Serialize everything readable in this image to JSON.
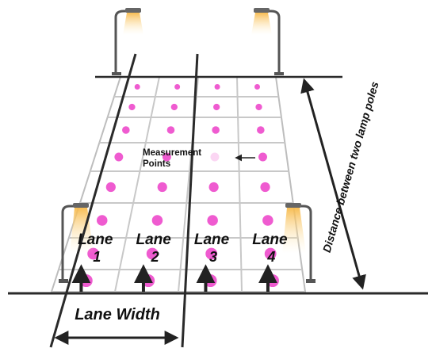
{
  "diagram": {
    "lanes": [
      {
        "word": "Lane",
        "number": "1"
      },
      {
        "word": "Lane",
        "number": "2"
      },
      {
        "word": "Lane",
        "number": "3"
      },
      {
        "word": "Lane",
        "number": "4"
      }
    ],
    "measurement_label_line1": "Measurement",
    "measurement_label_line2": "Points",
    "lane_width_label": "Lane Width",
    "distance_label": "Distance between two lamp poles",
    "colors": {
      "measurement_point": "#ef5bd0",
      "grid_line": "#c8c8c8",
      "lamp_glow": "#f7c15a",
      "outline": "#2a2a2a"
    }
  }
}
